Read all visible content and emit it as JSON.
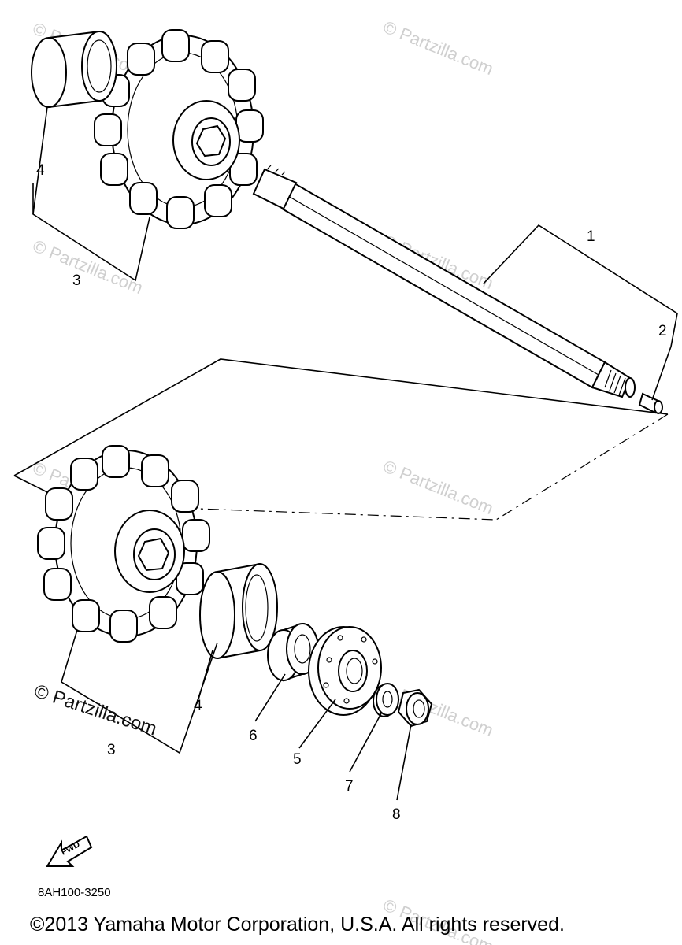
{
  "callouts": {
    "c1": "1",
    "c2": "2",
    "c3_top": "3",
    "c4_top": "4",
    "c3_bottom": "3",
    "c4_bottom": "4",
    "c5": "5",
    "c6": "6",
    "c7": "7",
    "c8": "8"
  },
  "watermark": {
    "text": "© Partzilla.com",
    "dark_text": "© Partzilla.com"
  },
  "fwd_label": "FWD",
  "diagram_code": "8AH100-3250",
  "copyright": "©2013  Yamaha Motor Corporation, U.S.A. All rights reserved."
}
